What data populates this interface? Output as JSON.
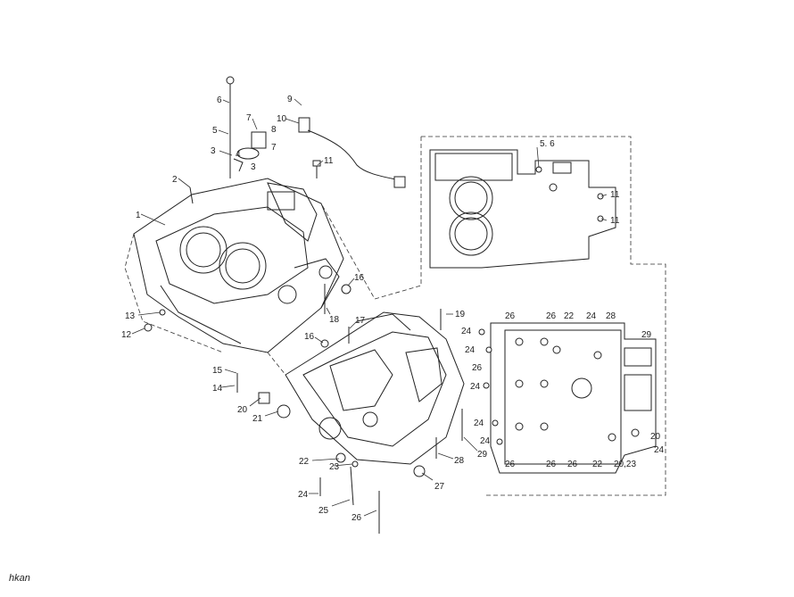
{
  "diagram": {
    "callouts": [
      {
        "id": "c1",
        "text": "1"
      },
      {
        "id": "c2",
        "text": "2"
      },
      {
        "id": "c3a",
        "text": "3"
      },
      {
        "id": "c3b",
        "text": "3"
      },
      {
        "id": "c4",
        "text": "4"
      },
      {
        "id": "c5",
        "text": "5"
      },
      {
        "id": "c6",
        "text": "6"
      },
      {
        "id": "c7a",
        "text": "7"
      },
      {
        "id": "c7b",
        "text": "7"
      },
      {
        "id": "c8",
        "text": "8"
      },
      {
        "id": "c9",
        "text": "9"
      },
      {
        "id": "c10",
        "text": "10"
      },
      {
        "id": "c11a",
        "text": "11"
      },
      {
        "id": "c11b",
        "text": "11"
      },
      {
        "id": "c11c",
        "text": "11"
      },
      {
        "id": "c56",
        "text": "5. 6"
      },
      {
        "id": "c12",
        "text": "12"
      },
      {
        "id": "c13",
        "text": "13"
      },
      {
        "id": "c14",
        "text": "14"
      },
      {
        "id": "c15",
        "text": "15"
      },
      {
        "id": "c16a",
        "text": "16"
      },
      {
        "id": "c16b",
        "text": "16"
      },
      {
        "id": "c17",
        "text": "17"
      },
      {
        "id": "c18",
        "text": "18"
      },
      {
        "id": "c19",
        "text": "19"
      },
      {
        "id": "c20a",
        "text": "20"
      },
      {
        "id": "c21",
        "text": "21"
      },
      {
        "id": "c22a",
        "text": "22"
      },
      {
        "id": "c23a",
        "text": "23"
      },
      {
        "id": "c24a",
        "text": "24"
      },
      {
        "id": "c25",
        "text": "25"
      },
      {
        "id": "c26a",
        "text": "26"
      },
      {
        "id": "c27",
        "text": "27"
      },
      {
        "id": "c28a",
        "text": "28"
      },
      {
        "id": "c29a",
        "text": "29"
      },
      {
        "id": "r26a",
        "text": "26"
      },
      {
        "id": "r26b",
        "text": "26"
      },
      {
        "id": "r22a",
        "text": "22"
      },
      {
        "id": "r24a",
        "text": "24"
      },
      {
        "id": "r28",
        "text": "28"
      },
      {
        "id": "r29",
        "text": "29"
      },
      {
        "id": "r24b",
        "text": "24"
      },
      {
        "id": "r24c",
        "text": "24"
      },
      {
        "id": "r26c",
        "text": "26"
      },
      {
        "id": "r24d",
        "text": "24"
      },
      {
        "id": "r24e",
        "text": "24"
      },
      {
        "id": "r24f",
        "text": "24"
      },
      {
        "id": "r20",
        "text": "20"
      },
      {
        "id": "r24g",
        "text": "24"
      },
      {
        "id": "r26d",
        "text": "26"
      },
      {
        "id": "r26e",
        "text": "26"
      },
      {
        "id": "r26f",
        "text": "26"
      },
      {
        "id": "r22b",
        "text": "22"
      },
      {
        "id": "r2023",
        "text": "20,23"
      }
    ]
  },
  "footer": {
    "text": "hkan"
  }
}
